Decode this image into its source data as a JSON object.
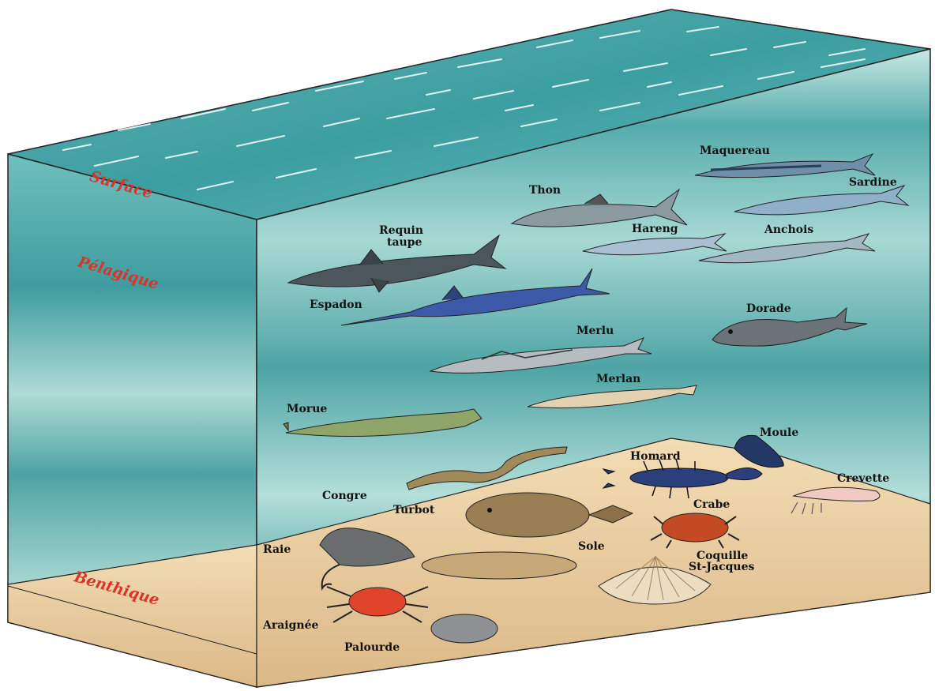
{
  "zones": {
    "surface": "Surface",
    "pelagique": "Pélagique",
    "benthique": "Benthique"
  },
  "species": {
    "maquereau": "Maquereau",
    "thon": "Thon",
    "sardine": "Sardine",
    "requin_line1": "Requin",
    "requin_line2": "taupe",
    "hareng": "Hareng",
    "anchois": "Anchois",
    "espadon": "Espadon",
    "dorade": "Dorade",
    "merlu": "Merlu",
    "merlan": "Merlan",
    "morue": "Morue",
    "moule": "Moule",
    "homard": "Homard",
    "crevette": "Crevette",
    "congre": "Congre",
    "turbot": "Turbot",
    "crabe": "Crabe",
    "raie": "Raie",
    "sole": "Sole",
    "coquille_line1": "Coquille",
    "coquille_line2": "St-Jacques",
    "araignee": "Araignée",
    "palourde": "Palourde"
  },
  "colors": {
    "water_deep": "#3a9a9c",
    "water_light": "#b7e0df",
    "sand": "#e8c89c",
    "zone_label": "#d8342a",
    "outline": "#222222"
  }
}
